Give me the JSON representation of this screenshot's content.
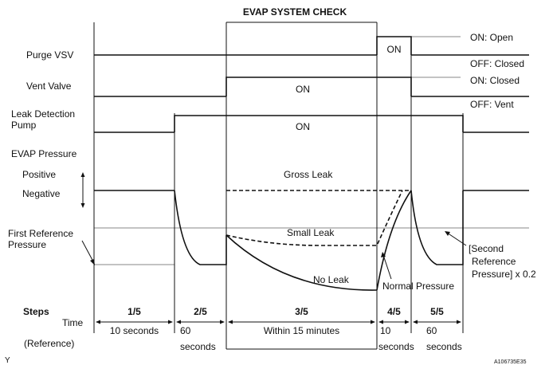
{
  "title": "EVAP SYSTEM CHECK",
  "signals": {
    "purge_vsv": "Purge VSV",
    "vent_valve": "Vent Valve",
    "leak_pump_line1": "Leak Detection",
    "leak_pump_line2": "Pump",
    "evap_pressure": "EVAP Pressure",
    "positive": "Positive",
    "negative": "Negative",
    "first_ref_line1": "First Reference",
    "first_ref_line2": "Pressure"
  },
  "states": {
    "purge_on": "ON: Open",
    "purge_off": "OFF: Closed",
    "vent_on": "ON: Closed",
    "vent_off": "OFF: Vent"
  },
  "bar_labels": {
    "purge_on": "ON",
    "vent_on": "ON",
    "pump_on": "ON"
  },
  "curve_labels": {
    "gross_leak": "Gross Leak",
    "small_leak": "Small Leak",
    "no_leak": "No Leak",
    "normal_pressure": "Normal Pressure",
    "second_ref_line1": "[Second",
    "second_ref_line2": "Reference",
    "second_ref_line3": "Pressure] x 0.2"
  },
  "footer": {
    "steps_label": "Steps",
    "time_label": "Time",
    "reference_label": "(Reference)",
    "steps": [
      {
        "step": "1/5",
        "time": "10 seconds",
        "time2": ""
      },
      {
        "step": "2/5",
        "time": "60",
        "time2": "seconds"
      },
      {
        "step": "3/5",
        "time": "Within 15 minutes",
        "time2": ""
      },
      {
        "step": "4/5",
        "time": "10",
        "time2": "seconds"
      },
      {
        "step": "5/5",
        "time": "60",
        "time2": "seconds"
      }
    ]
  },
  "corner_left": "Y",
  "figure_id": "A106735E35"
}
